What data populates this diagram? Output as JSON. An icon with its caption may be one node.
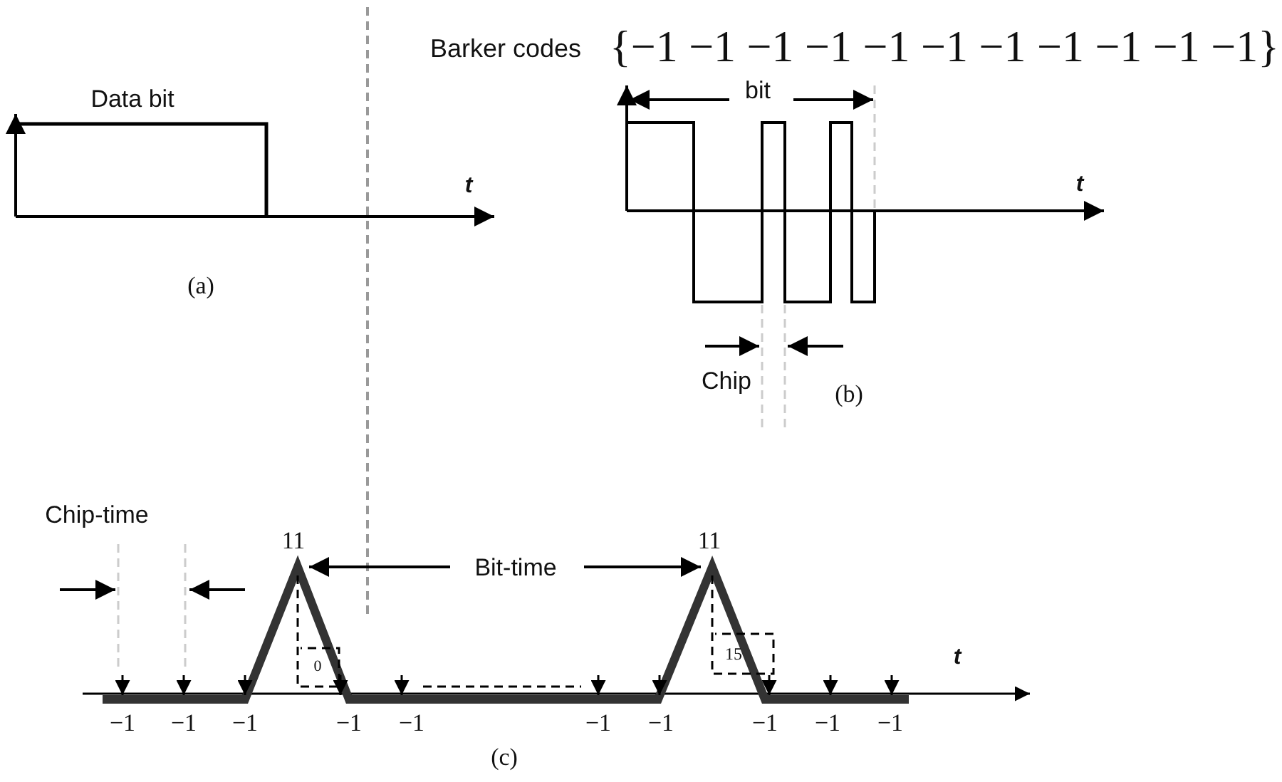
{
  "diagram": {
    "labels": [
      "Barker codes",
      "{−1 −1 −1 −1 −1 −1 −1 −1 −1 −1 −1}",
      "Data bit",
      "bit",
      "t",
      "t",
      "(a)",
      "Chip",
      "(b)",
      "Chip-time",
      "11",
      "Bit-time",
      "11",
      "t",
      "0",
      "15",
      "−1",
      "−1",
      "−1",
      "−1",
      "−1",
      "−1",
      "−1",
      "−1",
      "−1",
      "−1",
      "(c)"
    ]
  }
}
